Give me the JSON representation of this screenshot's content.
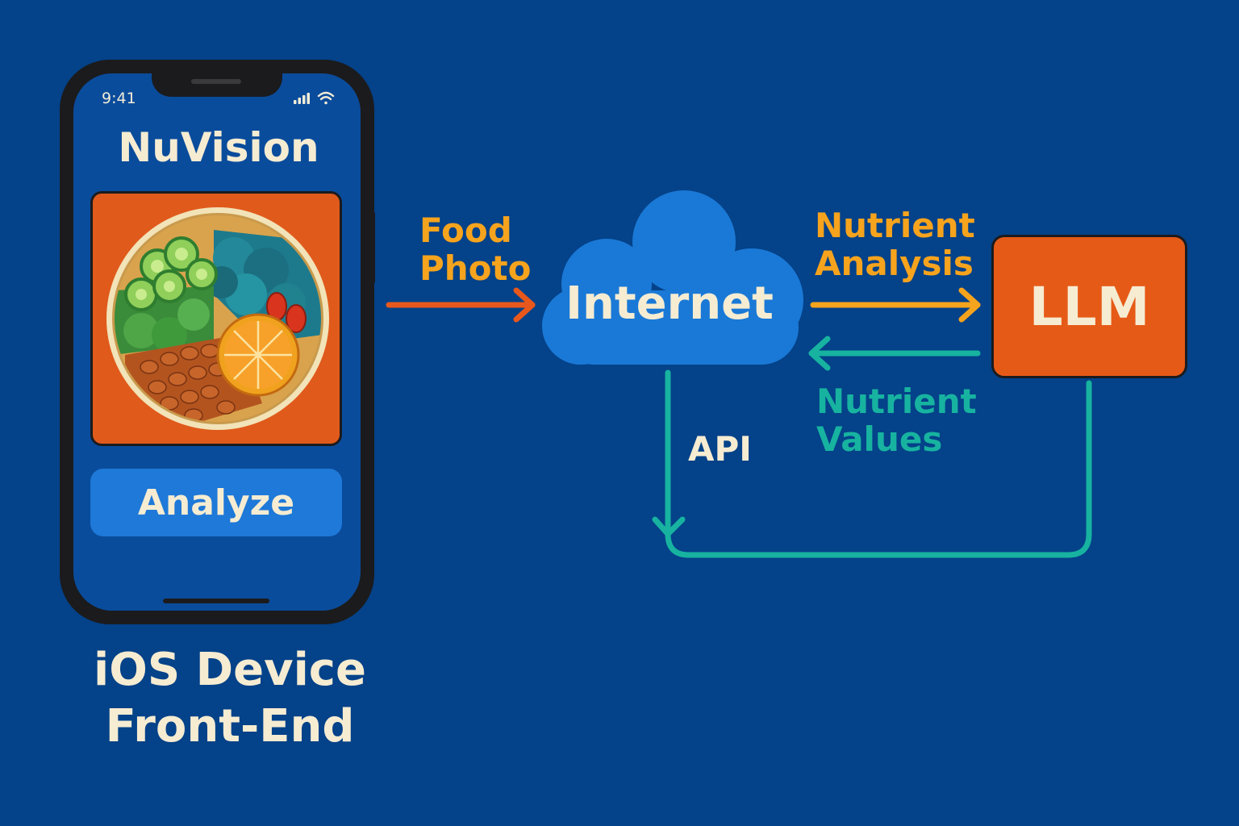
{
  "phone": {
    "status_time": "9:41",
    "app_title": "NuVision",
    "analyze_label": "Analyze",
    "device_label_line1": "iOS Device",
    "device_label_line2": "Front-End"
  },
  "flow": {
    "food_photo_line1": "Food",
    "food_photo_line2": "Photo",
    "cloud_label": "Internet",
    "nutrient_analysis_line1": "Nutrient",
    "nutrient_analysis_line2": "Analysis",
    "llm_label": "LLM",
    "nutrient_values_line1": "Nutrient",
    "nutrient_values_line2": "Values",
    "api_label": "API"
  },
  "colors": {
    "background": "#044289",
    "orange_arrow": "#e8581c",
    "gold_text": "#f6a31d",
    "teal": "#17b3a0",
    "cream_text": "#f6ecd2",
    "cloud": "#1a79d6",
    "llm_box": "#e65a17"
  },
  "icons": [
    "signal-icon",
    "wifi-icon",
    "food-bowl-icon",
    "cloud-icon"
  ]
}
